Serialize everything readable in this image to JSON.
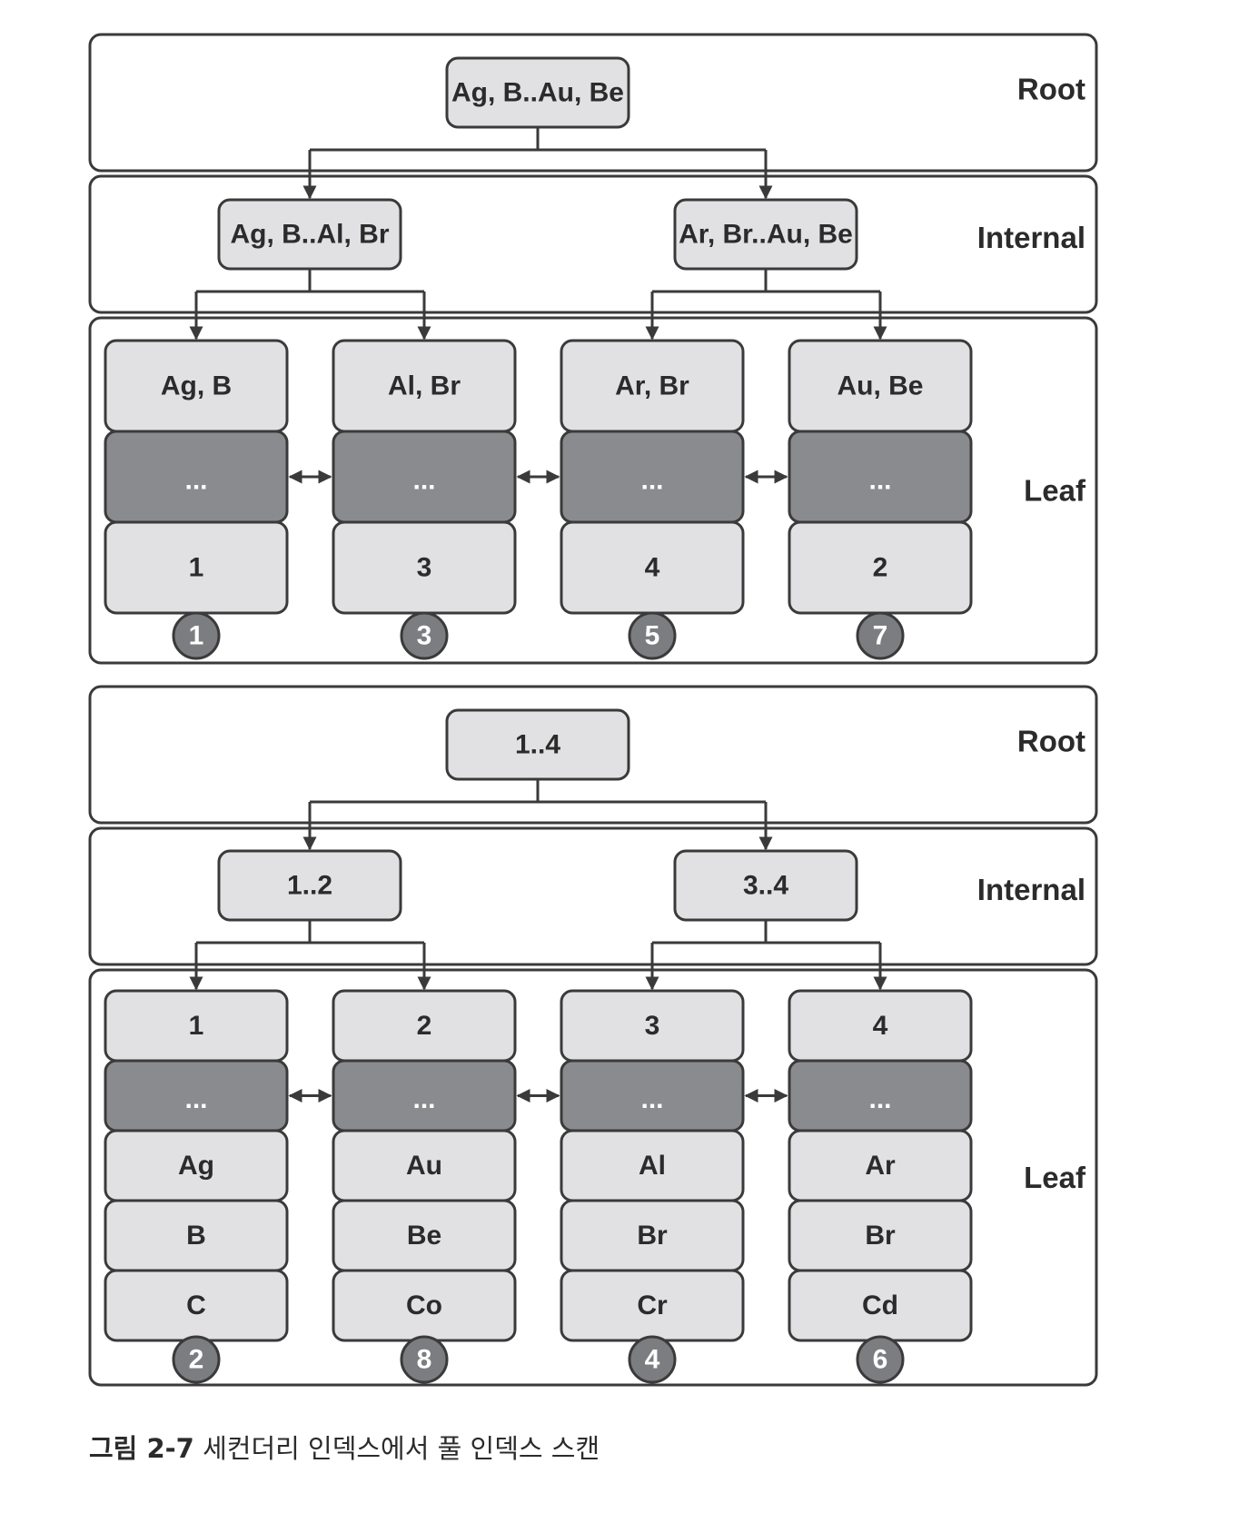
{
  "diagrams": [
    {
      "root": {
        "label": "Ag, B..Au, Be"
      },
      "internal": [
        {
          "label": "Ag, B..Al, Br"
        },
        {
          "label": "Ar, Br..Au, Be"
        }
      ],
      "leaves": [
        {
          "cells": [
            "Ag, B",
            "...",
            "1"
          ],
          "badge": "1"
        },
        {
          "cells": [
            "Al, Br",
            "...",
            "3"
          ],
          "badge": "3"
        },
        {
          "cells": [
            "Ar, Br",
            "...",
            "4"
          ],
          "badge": "5"
        },
        {
          "cells": [
            "Au, Be",
            "...",
            "2"
          ],
          "badge": "7"
        }
      ],
      "level_labels": {
        "root": "Root",
        "internal": "Internal",
        "leaf": "Leaf"
      }
    },
    {
      "root": {
        "label": "1..4"
      },
      "internal": [
        {
          "label": "1..2"
        },
        {
          "label": "3..4"
        }
      ],
      "leaves": [
        {
          "cells": [
            "1",
            "...",
            "Ag",
            "B",
            "C"
          ],
          "badge": "2"
        },
        {
          "cells": [
            "2",
            "...",
            "Au",
            "Be",
            "Co"
          ],
          "badge": "8"
        },
        {
          "cells": [
            "3",
            "...",
            "Al",
            "Br",
            "Cr"
          ],
          "badge": "4"
        },
        {
          "cells": [
            "4",
            "...",
            "Ar",
            "Br",
            "Cd"
          ],
          "badge": "6"
        }
      ],
      "level_labels": {
        "root": "Root",
        "internal": "Internal",
        "leaf": "Leaf"
      }
    }
  ],
  "caption": {
    "prefix": "그림 2-7",
    "text": "세컨더리 인덱스에서 풀 인덱스 스캔"
  },
  "colors": {
    "node_fill": "#e1e1e3",
    "dark_cell_fill": "#8a8b8e",
    "badge_fill": "#7c7d80",
    "line": "#3a3a3a"
  }
}
